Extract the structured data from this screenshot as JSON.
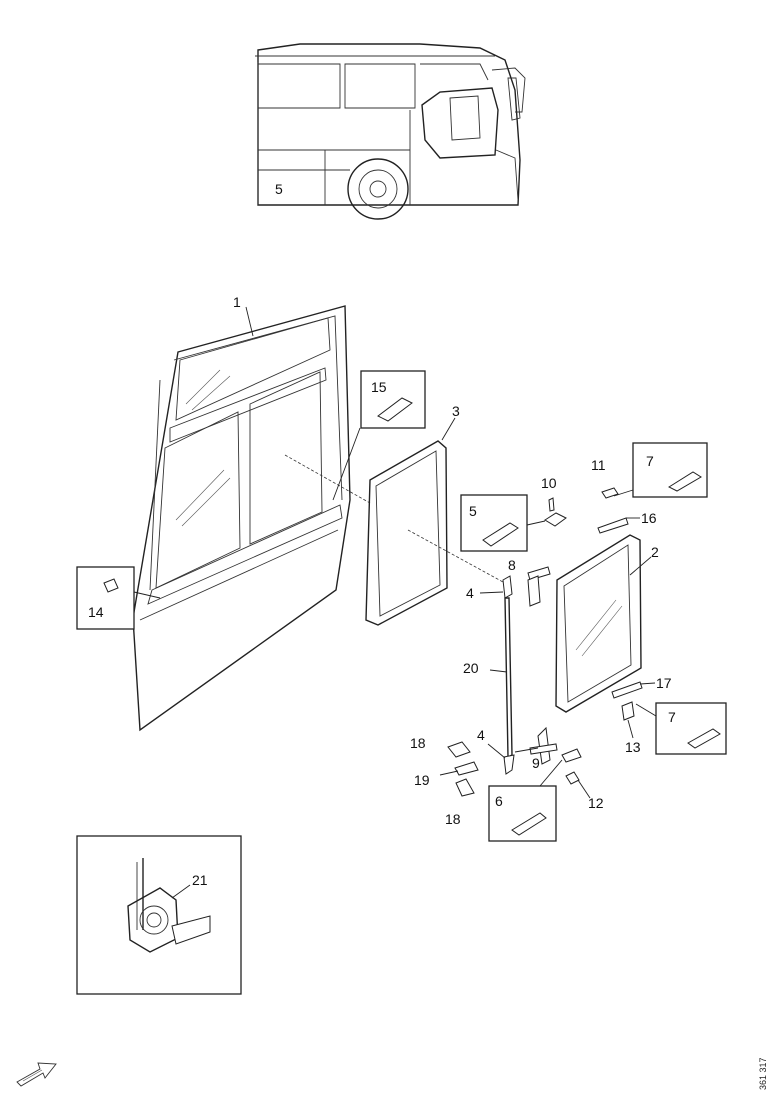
{
  "bus_view": {
    "side_label": "5"
  },
  "callouts": {
    "c1": "1",
    "c2": "2",
    "c3": "3",
    "c4a": "4",
    "c4b": "4",
    "c5": "5",
    "c6": "6",
    "c7a": "7",
    "c7b": "7",
    "c8": "8",
    "c9": "9",
    "c10": "10",
    "c11": "11",
    "c12": "12",
    "c13": "13",
    "c14": "14",
    "c15": "15",
    "c16": "16",
    "c17": "17",
    "c18a": "18",
    "c18b": "18",
    "c19": "19",
    "c20": "20",
    "c21": "21"
  },
  "figure_id": "361 317",
  "icons": {
    "direction_arrow": "direction-arrow-icon"
  }
}
